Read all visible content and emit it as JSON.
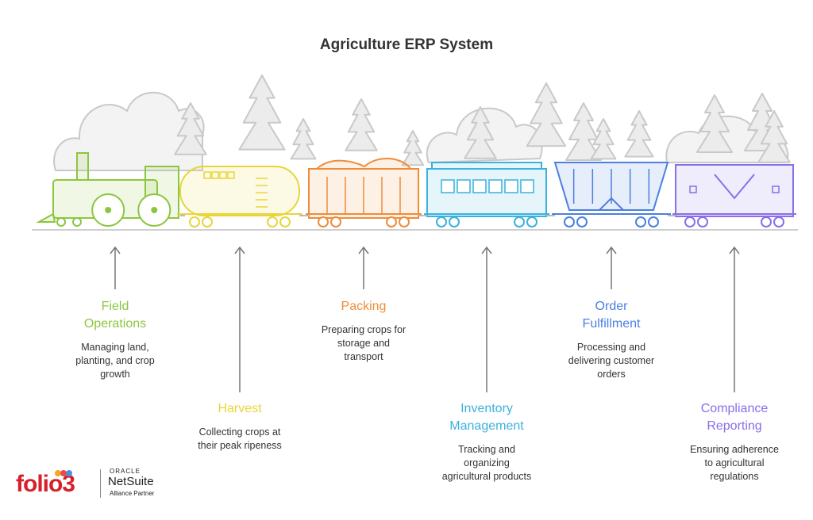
{
  "title": "Agriculture ERP System",
  "colors": {
    "scenery": "#c9c9c9",
    "scenery_fill": "#ececec",
    "arrow": "#777777"
  },
  "steps": [
    {
      "title": "Field\nOperations",
      "desc": "Managing land,\nplanting, and crop\ngrowth",
      "color": "#8cc63f",
      "car": "locomotive"
    },
    {
      "title": "Harvest",
      "desc": "Collecting crops at\ntheir peak ripeness",
      "color": "#e8d53a",
      "car": "tank"
    },
    {
      "title": "Packing",
      "desc": "Preparing crops for\nstorage and\ntransport",
      "color": "#ee8c3a",
      "car": "hopper"
    },
    {
      "title": "Inventory\nManagement",
      "desc": "Tracking and\norganizing\nagricultural products",
      "color": "#3bb1dd",
      "car": "passenger"
    },
    {
      "title": "Order\nFulfillment",
      "desc": "Processing and\ndelivering customer\norders",
      "color": "#4a7fe0",
      "car": "grain"
    },
    {
      "title": "Compliance\nReporting",
      "desc": "Ensuring adherence\nto agricultural\nregulations",
      "color": "#8a6ee8",
      "car": "boxcar"
    }
  ],
  "logo": {
    "brand": "folio3",
    "partner_top": "ORACLE",
    "partner_name": "NetSuite",
    "partner_sub": "Alliance Partner",
    "dot_colors": [
      "#f5a623",
      "#e94b4b",
      "#4a90e2"
    ]
  }
}
